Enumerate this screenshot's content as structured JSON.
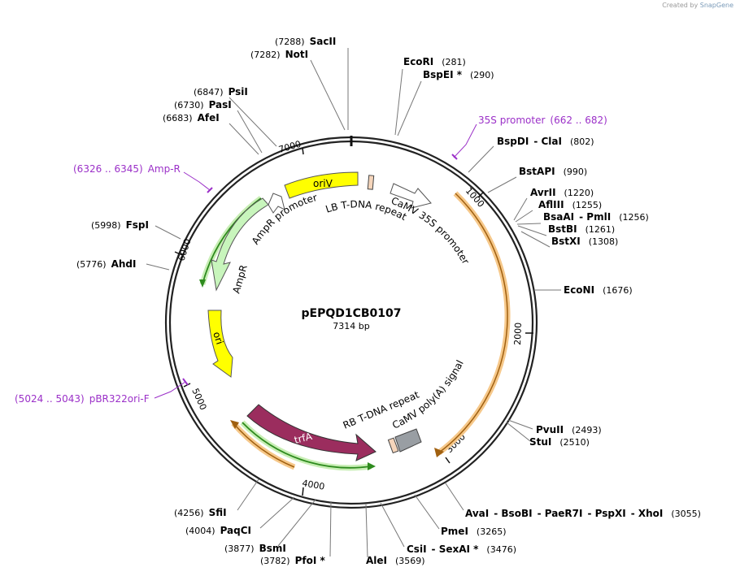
{
  "watermark": {
    "prefix": "Created by",
    "brand": "SnapGene"
  },
  "plasmid": {
    "name": "pEPQD1CB0107",
    "length": "7314 bp"
  },
  "ticks": [
    "1000",
    "2000",
    "3000",
    "4000",
    "5000",
    "6000",
    "7000"
  ],
  "enzymes": [
    {
      "id": "saci",
      "parts": [
        [
          "(7288)",
          "n"
        ],
        [
          "SacII",
          "b"
        ]
      ]
    },
    {
      "id": "noti",
      "parts": [
        [
          "(7282)",
          "n"
        ],
        [
          "NotI",
          "b"
        ]
      ]
    },
    {
      "id": "ecori",
      "parts": [
        [
          "EcoRI",
          "b"
        ],
        [
          "(281)",
          "n"
        ]
      ]
    },
    {
      "id": "bspei",
      "parts": [
        [
          "BspEI *",
          "b"
        ],
        [
          "(290)",
          "n"
        ]
      ]
    },
    {
      "id": "psii",
      "parts": [
        [
          "(6847)",
          "n"
        ],
        [
          "PsiI",
          "b"
        ]
      ]
    },
    {
      "id": "pasi",
      "parts": [
        [
          "(6730)",
          "n"
        ],
        [
          "PasI",
          "b"
        ]
      ]
    },
    {
      "id": "afei",
      "parts": [
        [
          "(6683)",
          "n"
        ],
        [
          "AfeI",
          "b"
        ]
      ]
    },
    {
      "id": "bspdi",
      "parts": [
        [
          "BspDI",
          "b"
        ],
        [
          "- ClaI",
          "b"
        ],
        [
          "(802)",
          "n"
        ]
      ]
    },
    {
      "id": "bstapi",
      "parts": [
        [
          "BstAPI",
          "b"
        ],
        [
          "(990)",
          "n"
        ]
      ]
    },
    {
      "id": "avrii",
      "parts": [
        [
          "AvrII",
          "b"
        ],
        [
          "(1220)",
          "n"
        ]
      ]
    },
    {
      "id": "afliii",
      "parts": [
        [
          "AflIII",
          "b"
        ],
        [
          "(1255)",
          "n"
        ]
      ]
    },
    {
      "id": "bsaai",
      "parts": [
        [
          "BsaAI",
          "b"
        ],
        [
          "- PmlI",
          "b"
        ],
        [
          "(1256)",
          "n"
        ]
      ]
    },
    {
      "id": "bstbi",
      "parts": [
        [
          "BstBI",
          "b"
        ],
        [
          "(1261)",
          "n"
        ]
      ]
    },
    {
      "id": "bstxi",
      "parts": [
        [
          "BstXI",
          "b"
        ],
        [
          "(1308)",
          "n"
        ]
      ]
    },
    {
      "id": "fspi",
      "parts": [
        [
          "(5998)",
          "n"
        ],
        [
          "FspI",
          "b"
        ]
      ]
    },
    {
      "id": "ahdi",
      "parts": [
        [
          "(5776)",
          "n"
        ],
        [
          "AhdI",
          "b"
        ]
      ]
    },
    {
      "id": "econi",
      "parts": [
        [
          "EcoNI",
          "b"
        ],
        [
          "(1676)",
          "n"
        ]
      ]
    },
    {
      "id": "pvuii",
      "parts": [
        [
          "PvuII",
          "b"
        ],
        [
          "(2493)",
          "n"
        ]
      ]
    },
    {
      "id": "stui",
      "parts": [
        [
          "StuI",
          "b"
        ],
        [
          "(2510)",
          "n"
        ]
      ]
    },
    {
      "id": "sfii",
      "parts": [
        [
          "(4256)",
          "n"
        ],
        [
          "SfiI",
          "b"
        ]
      ]
    },
    {
      "id": "paqci",
      "parts": [
        [
          "(4004)",
          "n"
        ],
        [
          "PaqCI",
          "b"
        ]
      ]
    },
    {
      "id": "bsmi",
      "parts": [
        [
          "(3877)",
          "n"
        ],
        [
          "BsmI",
          "b"
        ]
      ]
    },
    {
      "id": "pfoi",
      "parts": [
        [
          "(3782)",
          "n"
        ],
        [
          "PfoI *",
          "b"
        ]
      ]
    },
    {
      "id": "alei",
      "parts": [
        [
          "AleI",
          "b"
        ],
        [
          "(3569)",
          "n"
        ]
      ]
    },
    {
      "id": "csii",
      "parts": [
        [
          "CsiI",
          "b"
        ],
        [
          "- SexAI *",
          "b"
        ],
        [
          "(3476)",
          "n"
        ]
      ]
    },
    {
      "id": "pmei",
      "parts": [
        [
          "PmeI",
          "b"
        ],
        [
          "(3265)",
          "n"
        ]
      ]
    },
    {
      "id": "avai",
      "parts": [
        [
          "AvaI",
          "b"
        ],
        [
          "- BsoBI",
          "b"
        ],
        [
          "- PaeR7I",
          "b"
        ],
        [
          "- PspXI",
          "b"
        ],
        [
          "- XhoI",
          "b"
        ],
        [
          "(3055)",
          "n"
        ]
      ]
    }
  ],
  "primers": [
    {
      "id": "p35s",
      "parts": [
        [
          "35S promoter",
          "p"
        ],
        [
          "(662 .. 682)",
          "p"
        ]
      ]
    },
    {
      "id": "pampr",
      "parts": [
        [
          "(6326 .. 6345)",
          "p"
        ],
        [
          "Amp-R",
          "p"
        ]
      ]
    },
    {
      "id": "pbr",
      "parts": [
        [
          "(5024 .. 5043)",
          "p"
        ],
        [
          "pBR322ori-F",
          "p"
        ]
      ]
    }
  ],
  "features": {
    "oriV": "oriV",
    "lb": "LB T-DNA repeat",
    "camv35s": "CaMV 35S promoter",
    "ampr_promoter": "AmpR promoter",
    "ampr": "AmpR",
    "ori": "ori",
    "trfa": "trfA",
    "rb": "RB T-DNA repeat",
    "polya": "CaMV poly(A) signal"
  },
  "colors": {
    "backbone": "#222222",
    "primer": "#9b30c8",
    "orange": "#f0a030",
    "green": "#2e8b1e",
    "yellow": "#ffff00",
    "trfa": "#9b2d5e",
    "grey": "#999ea3"
  }
}
